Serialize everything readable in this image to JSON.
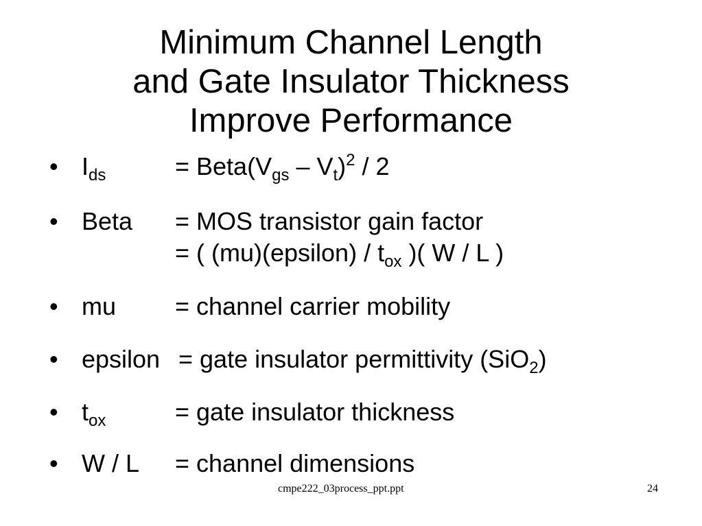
{
  "slide": {
    "title_lines": [
      "Minimum Channel Length",
      "and Gate Insulator Thickness",
      "Improve Performance"
    ],
    "bullet_char": "•",
    "bullets": [
      {
        "term": "I",
        "term_sub": "ds",
        "def": {
          "a": "= Beta(V",
          "a_sub": "gs",
          "b": " – V",
          "b_sub": "t",
          "c": ")",
          "c_sup": "2",
          "d": " / 2"
        }
      },
      {
        "term": "Beta",
        "def": "= MOS transistor gain factor",
        "def2": {
          "a": "= ( (mu)(epsilon) / t",
          "a_sub": "ox",
          "b": " )( W / L )"
        }
      },
      {
        "term": "mu",
        "def": "= channel carrier mobility"
      },
      {
        "term": "epsilon",
        "def": {
          "a": "= gate insulator permittivity (SiO",
          "a_sub": "2",
          "b": ")"
        }
      },
      {
        "term": "t",
        "term_sub": "ox",
        "def": "= gate insulator thickness"
      },
      {
        "term": "W / L",
        "def": "= channel dimensions"
      }
    ],
    "footer_filename": "cmpe222_03process_ppt.ppt",
    "page_number": "24"
  }
}
